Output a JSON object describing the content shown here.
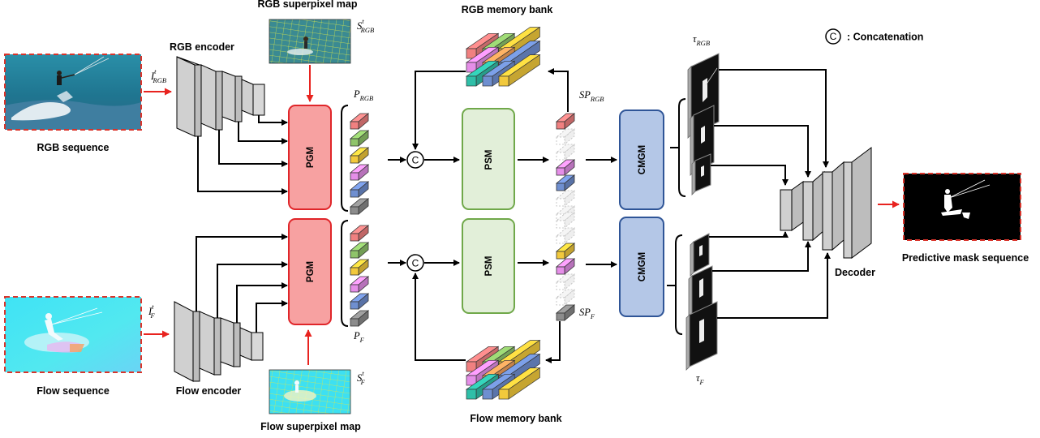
{
  "inputs": {
    "rgb_sequence": "RGB sequence",
    "flow_sequence": "Flow sequence",
    "rgb_input_sym": "I",
    "rgb_input_sup": "t",
    "rgb_input_sub": "RGB",
    "flow_input_sym": "I",
    "flow_input_sup": "t",
    "flow_input_sub": "F"
  },
  "encoders": {
    "rgb": "RGB encoder",
    "flow": "Flow encoder"
  },
  "superpixel": {
    "rgb_title": "RGB superpixel map",
    "flow_title": "Flow superpixel map",
    "rgb_sym": "S",
    "rgb_sup": "t",
    "rgb_sub": "RGB",
    "flow_sym": "S",
    "flow_sup": "t",
    "flow_sub": "F"
  },
  "modules": {
    "pgm": "PGM",
    "psm": "PSM",
    "cmgm": "CMGM",
    "decoder": "Decoder"
  },
  "prototypes": {
    "p_rgb_sym": "P",
    "p_rgb_sub": "RGB",
    "p_f_sym": "P",
    "p_f_sub": "F",
    "sp_rgb_sym": "SP",
    "sp_rgb_sub": "RGB",
    "sp_f_sym": "SP",
    "sp_f_sub": "F"
  },
  "memory": {
    "rgb": "RGB memory bank",
    "flow": "Flow memory bank"
  },
  "tau": {
    "rgb_sym": "τ",
    "rgb_sub": "RGB",
    "f_sym": "τ",
    "f_sub": "F"
  },
  "legend": {
    "symbol": "C",
    "text": ": Concatenation"
  },
  "output": {
    "label": "Predictive mask sequence"
  },
  "colors": {
    "pgm_fill": "#f7a1a1",
    "pgm_stroke": "#e0262a",
    "psm_fill": "#e2efd9",
    "psm_stroke": "#70a84a",
    "cmgm_fill": "#b4c7e7",
    "cmgm_stroke": "#2f5597",
    "red_arrow": "#e8231f",
    "prototype_colors": [
      "#f08080",
      "#8fc46a",
      "#f2c93c",
      "#e58ee8",
      "#6f8fd0",
      "#8c8c8c"
    ],
    "memory_colors": [
      "#f08080",
      "#8fc46a",
      "#f2c93c",
      "#6f8fd0",
      "#e58ee8",
      "#f2a05a",
      "#2fbfa8"
    ]
  }
}
